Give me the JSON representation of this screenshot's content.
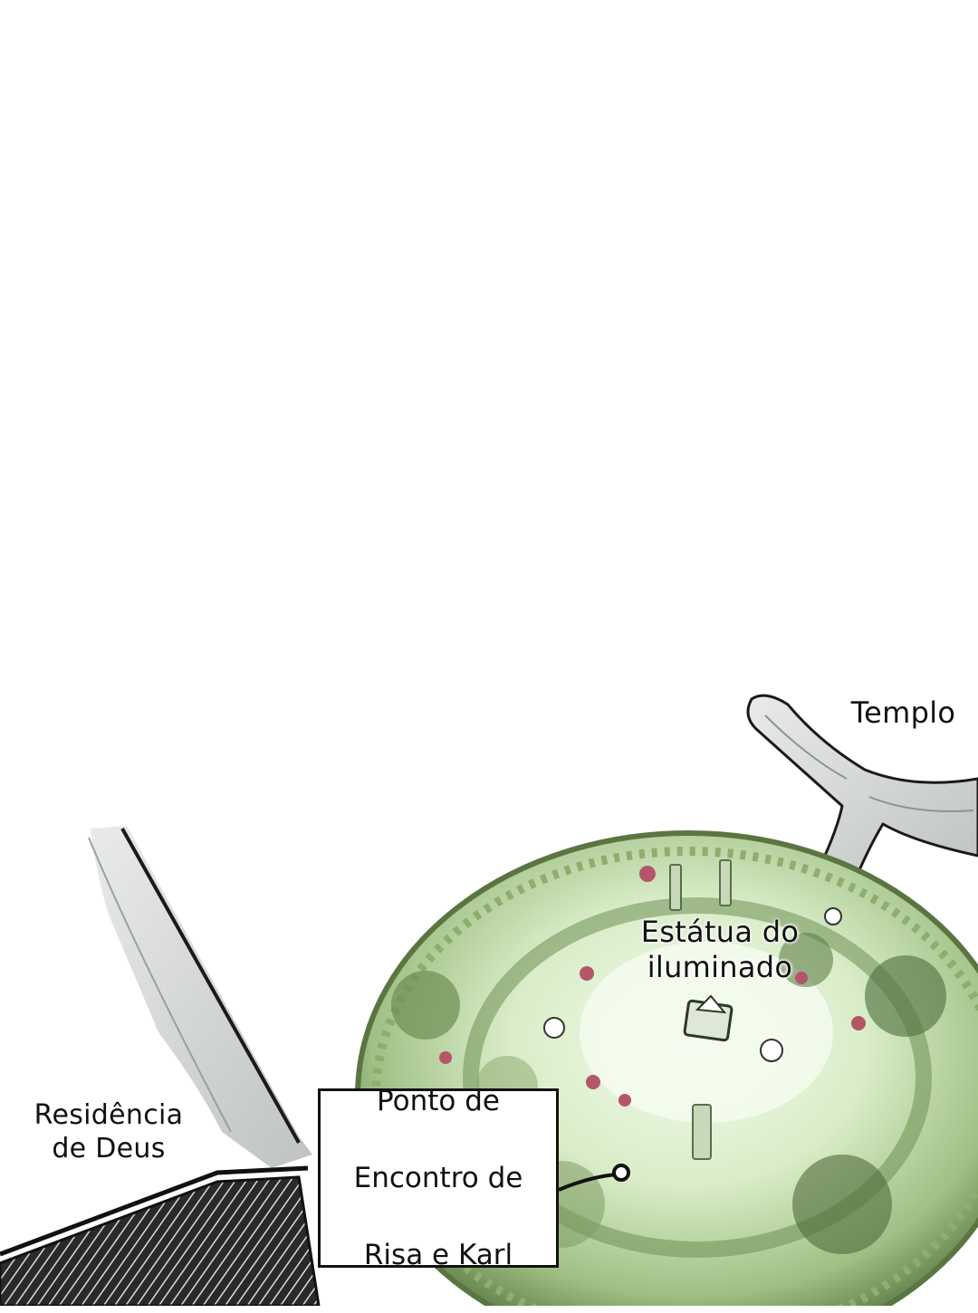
{
  "map": {
    "labels": {
      "temple": "Templo",
      "statue_line1": "Estátua do",
      "statue_line2": "iluminado",
      "residence_line1": "Residência",
      "residence_line2": "de Deus"
    },
    "callout": {
      "line1": "Ponto de",
      "line2": "Encontro de",
      "line3": "Risa e Karl"
    }
  },
  "colors": {
    "background": "#ffffff",
    "ink": "#111111",
    "path_stone": "#cfd2cf",
    "foliage_dark": "#4f6b3a",
    "foliage_light": "#cfe6bd",
    "garden_center": "#eef7e6",
    "flower_red": "#b4566a"
  }
}
